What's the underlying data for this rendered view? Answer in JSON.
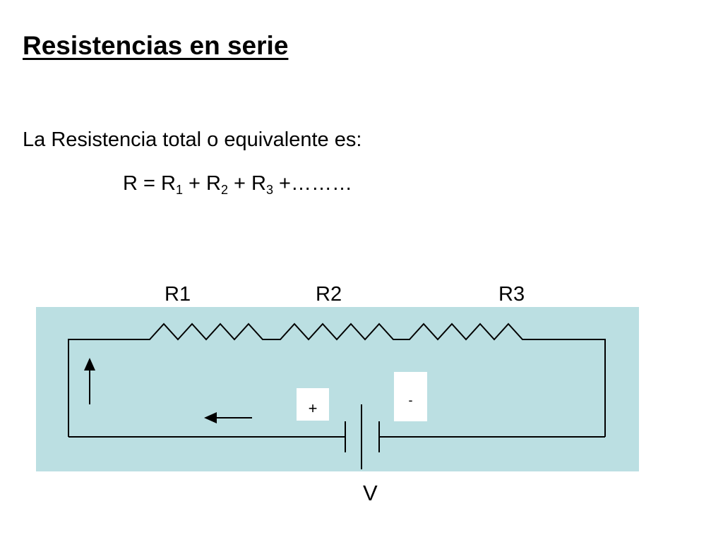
{
  "slide": {
    "title": "Resistencias en serie",
    "intro": "La Resistencia total o equivalente es:",
    "formula": {
      "lhs": "R = R",
      "sub1": "1",
      "op1": " + R",
      "sub2": "2",
      "op2": " + R",
      "sub3": "3",
      "tail": " +………"
    }
  },
  "circuit": {
    "resistor_labels": [
      "R1",
      "R2",
      "R3"
    ],
    "source_label": "V",
    "plus_sign": "+",
    "minus_sign": "-",
    "colors": {
      "panel": "#bbdfe2",
      "wire": "#000000",
      "sign_box": "#ffffff"
    }
  }
}
